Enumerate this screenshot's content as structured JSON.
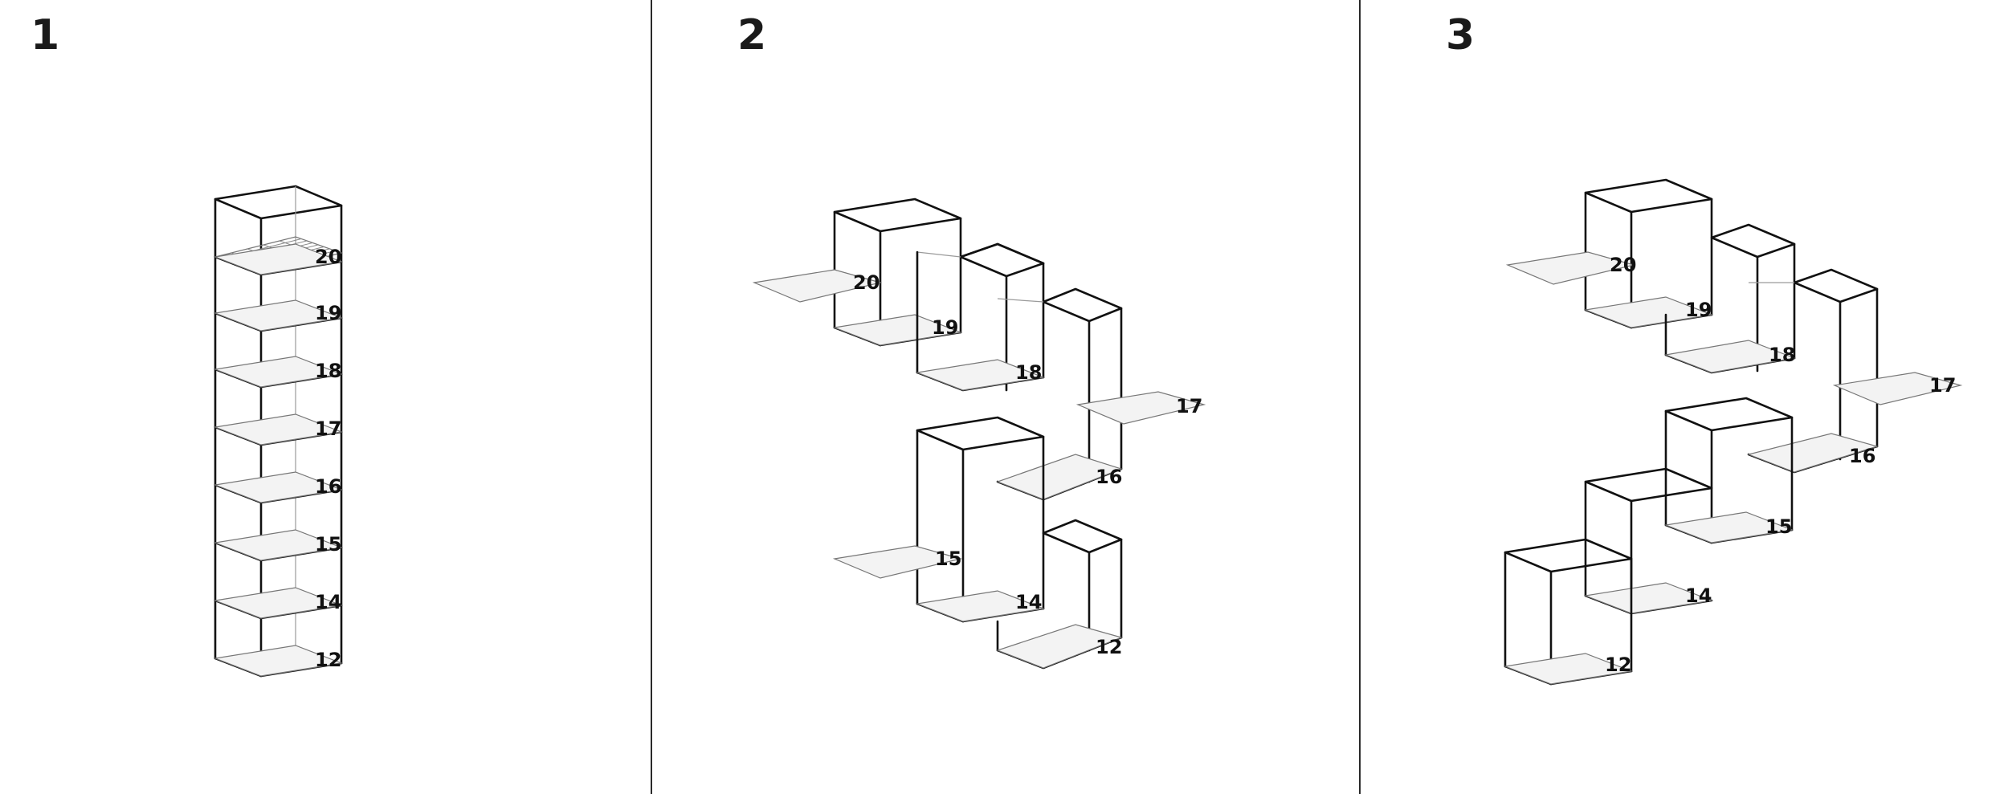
{
  "panels": [
    {
      "number": "1",
      "labels": {
        "l20": "20",
        "l19": "19",
        "l18": "18",
        "l17": "17",
        "l16": "16",
        "l15": "15",
        "l14": "14",
        "l12": "12"
      }
    },
    {
      "number": "2",
      "labels": {
        "l20": "20",
        "l19": "19",
        "l18": "18",
        "l17": "17",
        "l16": "16",
        "l15": "15",
        "l14": "14",
        "l12": "12"
      }
    },
    {
      "number": "3",
      "labels": {
        "l20": "20",
        "l19": "19",
        "l18": "18",
        "l17": "17",
        "l16": "16",
        "l15": "15",
        "l14": "14",
        "l12": "12"
      }
    }
  ]
}
